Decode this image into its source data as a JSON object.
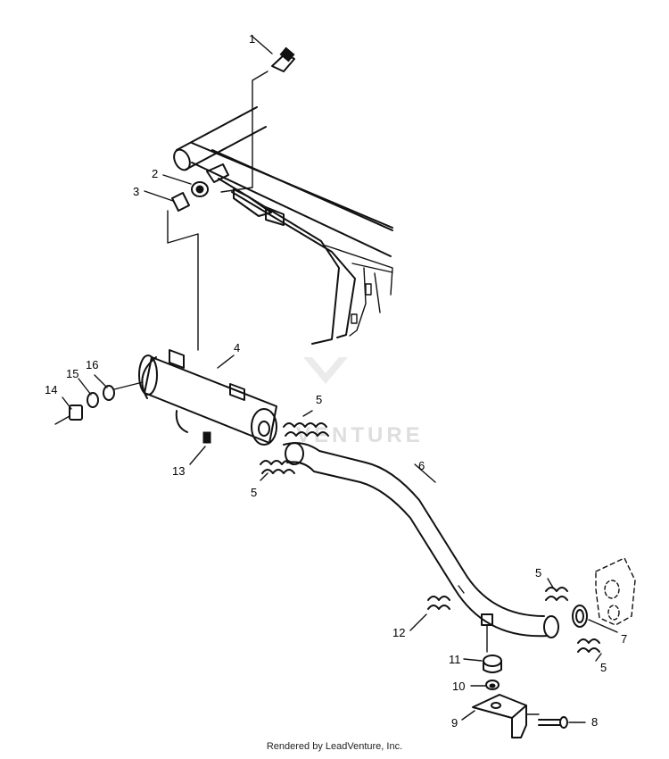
{
  "watermark": {
    "brand": "VENTURE"
  },
  "callouts": {
    "c1": "1",
    "c2": "2",
    "c3": "3",
    "c4": "4",
    "c5a": "5",
    "c5b": "5",
    "c5c": "5",
    "c5d": "5",
    "c6": "6",
    "c7": "7",
    "c8": "8",
    "c9": "9",
    "c10": "10",
    "c11": "11",
    "c12": "12",
    "c13": "13",
    "c14": "14",
    "c15": "15",
    "c16": "16"
  },
  "footer": {
    "text": "Rendered by LeadVenture, Inc."
  }
}
